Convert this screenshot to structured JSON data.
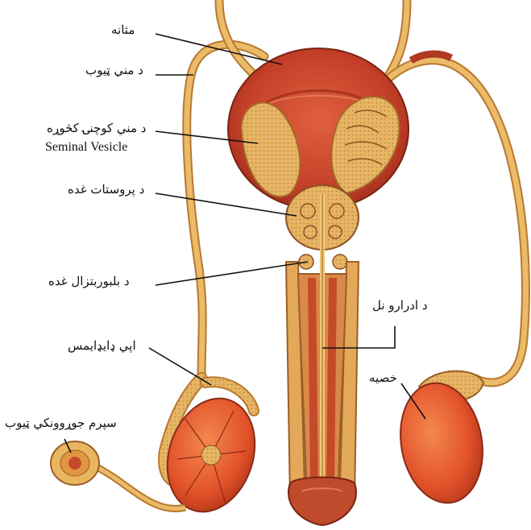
{
  "labels": {
    "bladder": "مثانه",
    "vas_deferens": "د مني ټيوب",
    "seminal_vesicle": "د مني کوچنۍ کڅوړه",
    "seminal_vesicle_en": "Seminal Vesicle",
    "prostate": "د پروستات غده",
    "bulbourethral": "د بلبوربتزال غده",
    "urethra": "د ادرارو نل",
    "epididymis": "اپي ډايډايمس",
    "seminiferous": "سپرم جوړوونکي ټيوب",
    "testis": "خصيه"
  },
  "colors": {
    "tube": "#e9b561",
    "tube_dark": "#b9782f",
    "muscle": "#c8452f",
    "muscle_dark": "#8f2a1c",
    "testis": "#e0542a",
    "leader": "#111111"
  }
}
